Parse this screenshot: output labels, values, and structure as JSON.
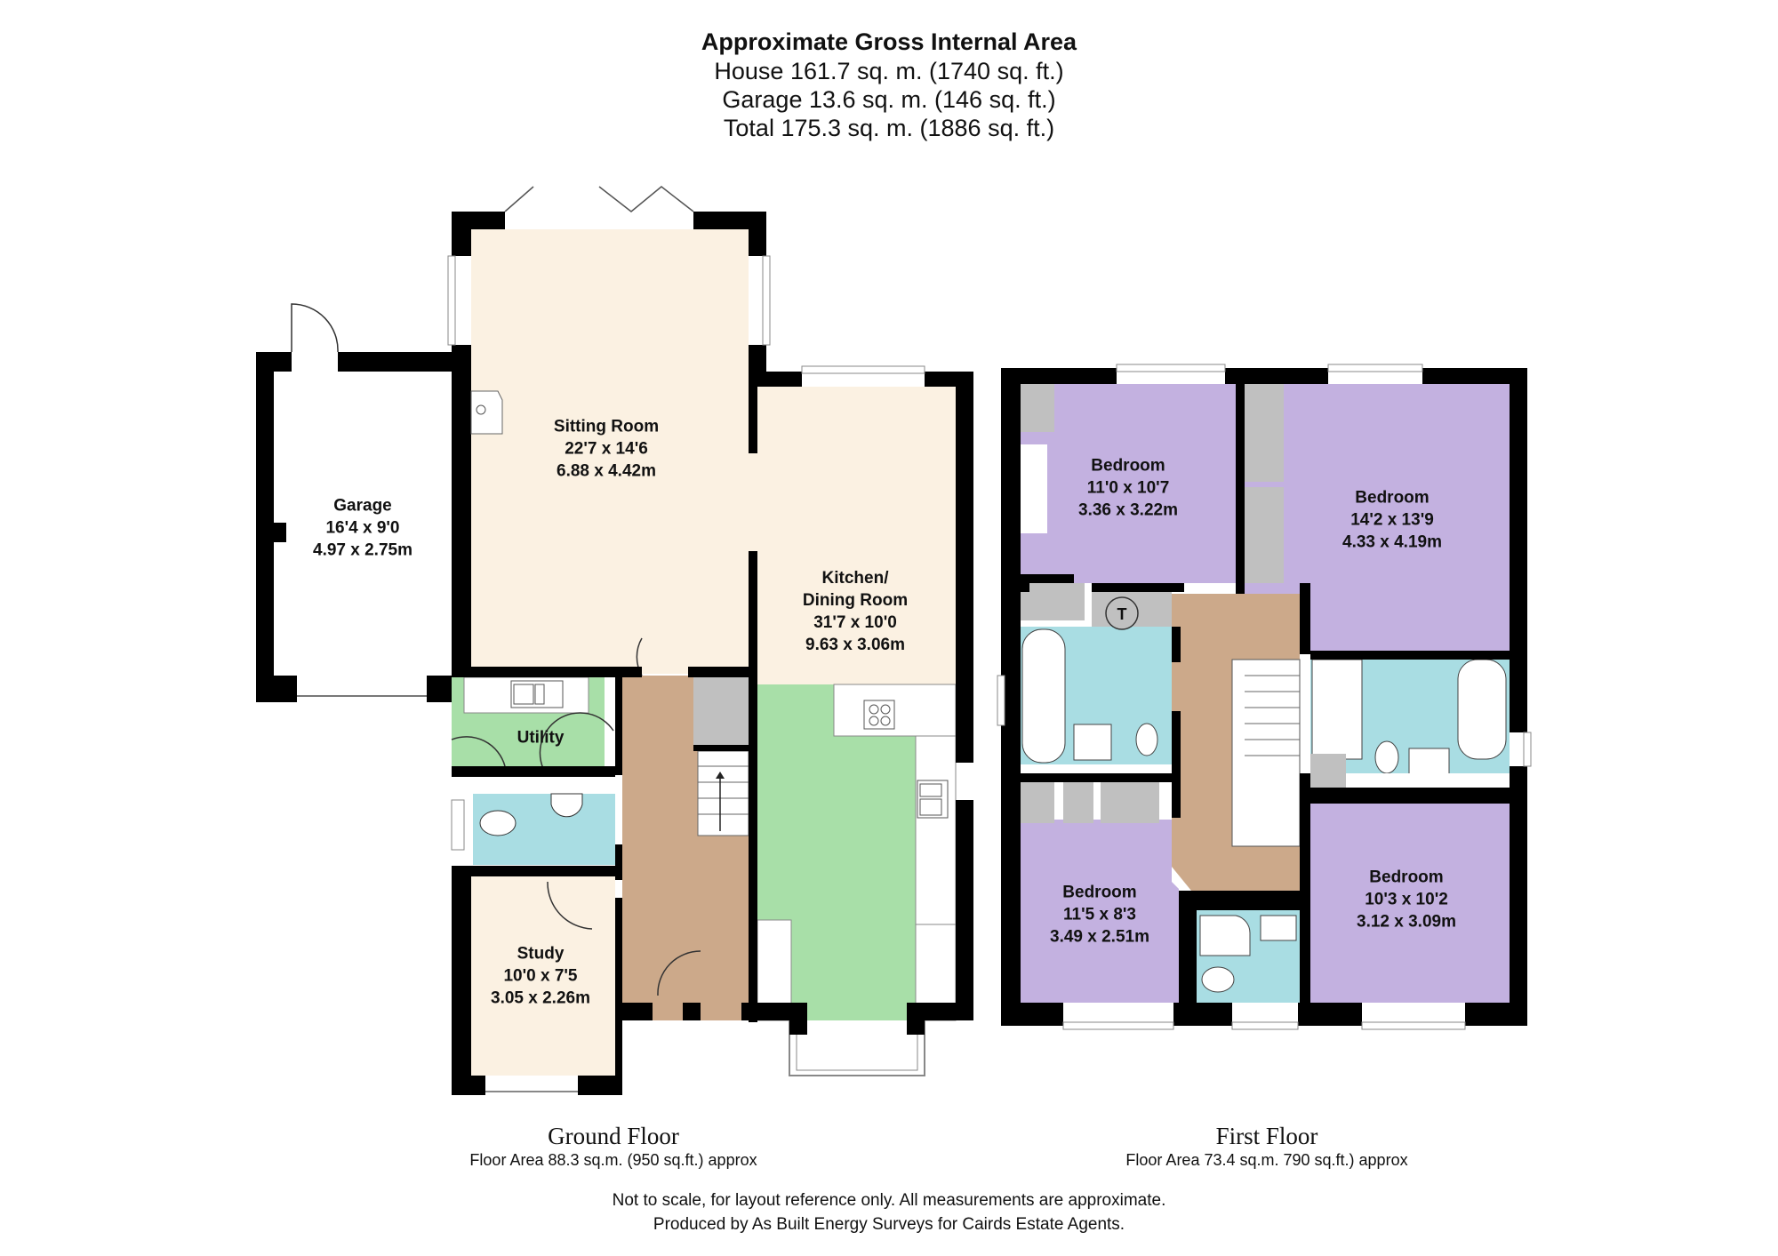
{
  "header": {
    "title": "Approximate Gross Internal Area",
    "lines": [
      "House 161.7 sq. m. (1740 sq. ft.)",
      "Garage 13.6 sq. m. (146 sq. ft.)",
      "Total 175.3 sq. m. (1886 sq. ft.)"
    ]
  },
  "colors": {
    "wall": "#000000",
    "living": "#fbf1e2",
    "kitchen_floor": "#a8dfa8",
    "utility": "#a8dfa8",
    "hall": "#cca98a",
    "bathroom": "#a9dde3",
    "bedroom": "#c3b1e0",
    "storage": "#c0c0c0",
    "fixture": "#ffffff"
  },
  "ground_floor": {
    "name": "Ground Floor",
    "area": "Floor Area 88.3 sq.m. (950 sq.ft.) approx",
    "rooms": [
      {
        "name": "Garage",
        "imperial": "16'4 x 9'0",
        "metric": "4.97 x 2.75m"
      },
      {
        "name": "Sitting Room",
        "imperial": "22'7 x 14'6",
        "metric": "6.88 x 4.42m"
      },
      {
        "name": "Kitchen/\nDining Room",
        "name_line1": "Kitchen/",
        "name_line2": "Dining Room",
        "imperial": "31'7 x 10'0",
        "metric": "9.63 x 3.06m"
      },
      {
        "name": "Utility"
      },
      {
        "name": "Study",
        "imperial": "10'0 x 7'5",
        "metric": "3.05 x 2.26m"
      }
    ]
  },
  "first_floor": {
    "name": "First Floor",
    "area": "Floor Area 73.4 sq.m. 790 sq.ft.) approx",
    "rooms": [
      {
        "name": "Bedroom",
        "imperial": "11'0 x 10'7",
        "metric": "3.36 x 3.22m"
      },
      {
        "name": "Bedroom",
        "imperial": "14'2 x 13'9",
        "metric": "4.33 x 4.19m"
      },
      {
        "name": "Bedroom",
        "imperial": "11'5 x 8'3",
        "metric": "3.49 x 2.51m"
      },
      {
        "name": "Bedroom",
        "imperial": "10'3 x 10'2",
        "metric": "3.12 x 3.09m"
      }
    ],
    "tank_label": "T"
  },
  "footer": {
    "line1": "Not to scale, for layout reference only. All measurements are approximate.",
    "line2": "Produced by As Built Energy Surveys for Cairds Estate Agents."
  }
}
